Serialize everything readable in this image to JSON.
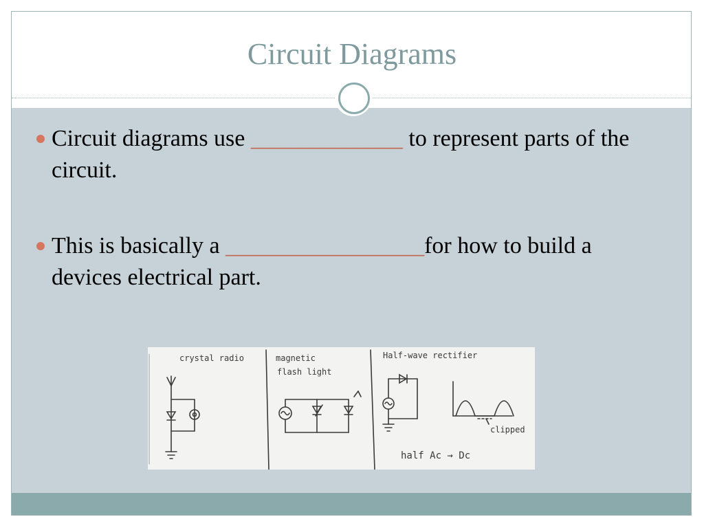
{
  "slide": {
    "title": "Circuit Diagrams",
    "bullets": [
      {
        "before": "Circuit diagrams use ",
        "blank": "_____________",
        "after": " to represent parts of the circuit."
      },
      {
        "before": "This is basically a ",
        "blank": "_________________",
        "after": "for how to build a devices electrical part."
      }
    ]
  },
  "sketch": {
    "panel1_label": "crystal radio",
    "panel2_label_line1": "magnetic",
    "panel2_label_line2": "flash light",
    "panel3_label": "Half-wave rectifier",
    "panel3_note": "clipped",
    "panel3_caption": "half Ac → Dc"
  },
  "colors": {
    "title": "#7e9a9c",
    "content_bg": "#c6d2d8",
    "footer": "#8aaaac",
    "bullet": "#d6765e",
    "blank": "#c0674f"
  }
}
